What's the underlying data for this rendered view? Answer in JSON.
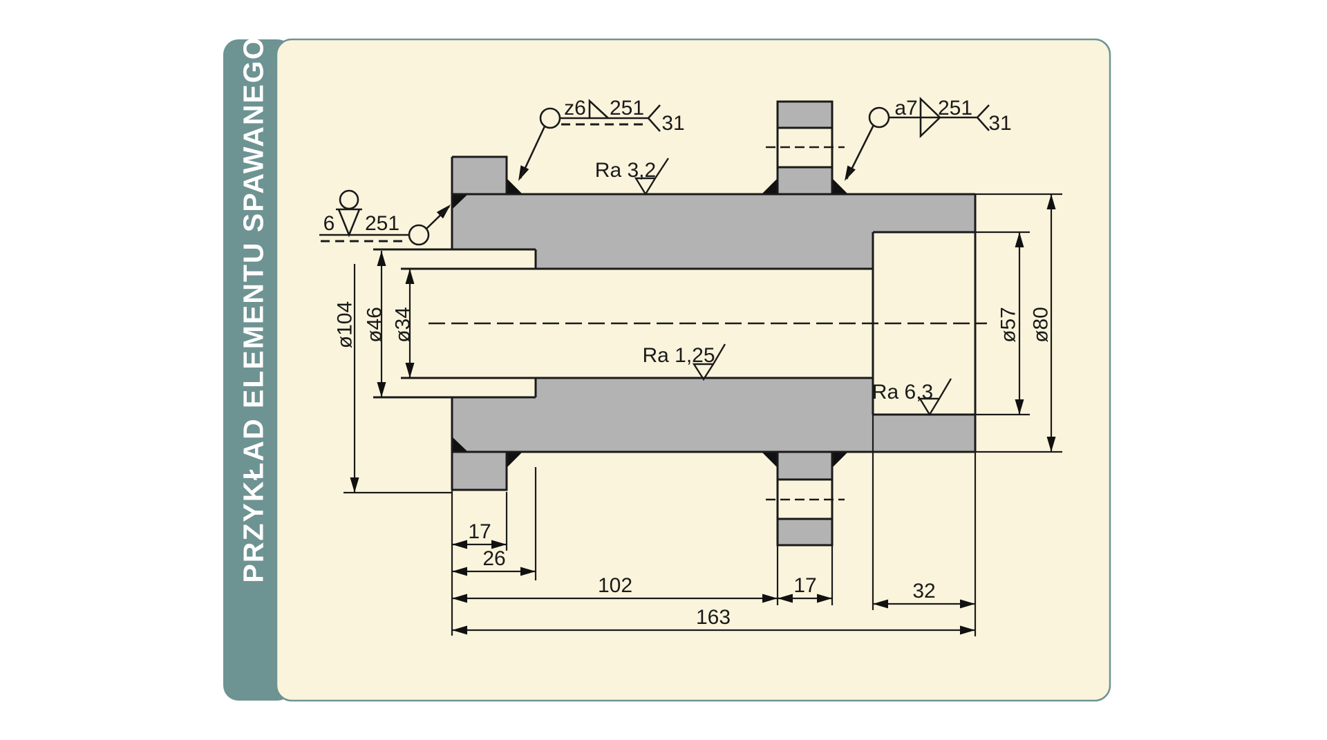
{
  "page": {
    "background": "#ffffff"
  },
  "sidebar": {
    "title": "PRZYKŁAD ELEMENTU SPAWANEGO",
    "color": "#6E9393",
    "text_color": "#ffffff"
  },
  "canvas": {
    "background": "#FAF4DC",
    "line_color": "#1a1a1a",
    "section_fill": "#B3B3B3",
    "weld_fill": "#111111"
  },
  "weld_symbols": {
    "left_v": {
      "size": "6",
      "reference": "251"
    },
    "top_z": {
      "designation": "z6",
      "reference": "251",
      "tail_note": "31"
    },
    "right_a": {
      "designation": "a7",
      "reference": "251",
      "tail_note": "31"
    }
  },
  "surface_finish": {
    "outer": "Ra 3,2",
    "bore": "Ra 1,25",
    "counterbore": "Ra 6,3"
  },
  "dimensions": {
    "diameters": {
      "flange": "ø104",
      "left_counterbore": "ø46",
      "bore": "ø34",
      "right_counterbore": "ø57",
      "tube_outer": "ø80"
    },
    "lengths": {
      "flange_thickness": "17",
      "left_counterbore_depth": "26",
      "face_to_stub": "102",
      "stub_width": "17",
      "right_counterbore_depth": "32",
      "total_length": "163"
    }
  }
}
